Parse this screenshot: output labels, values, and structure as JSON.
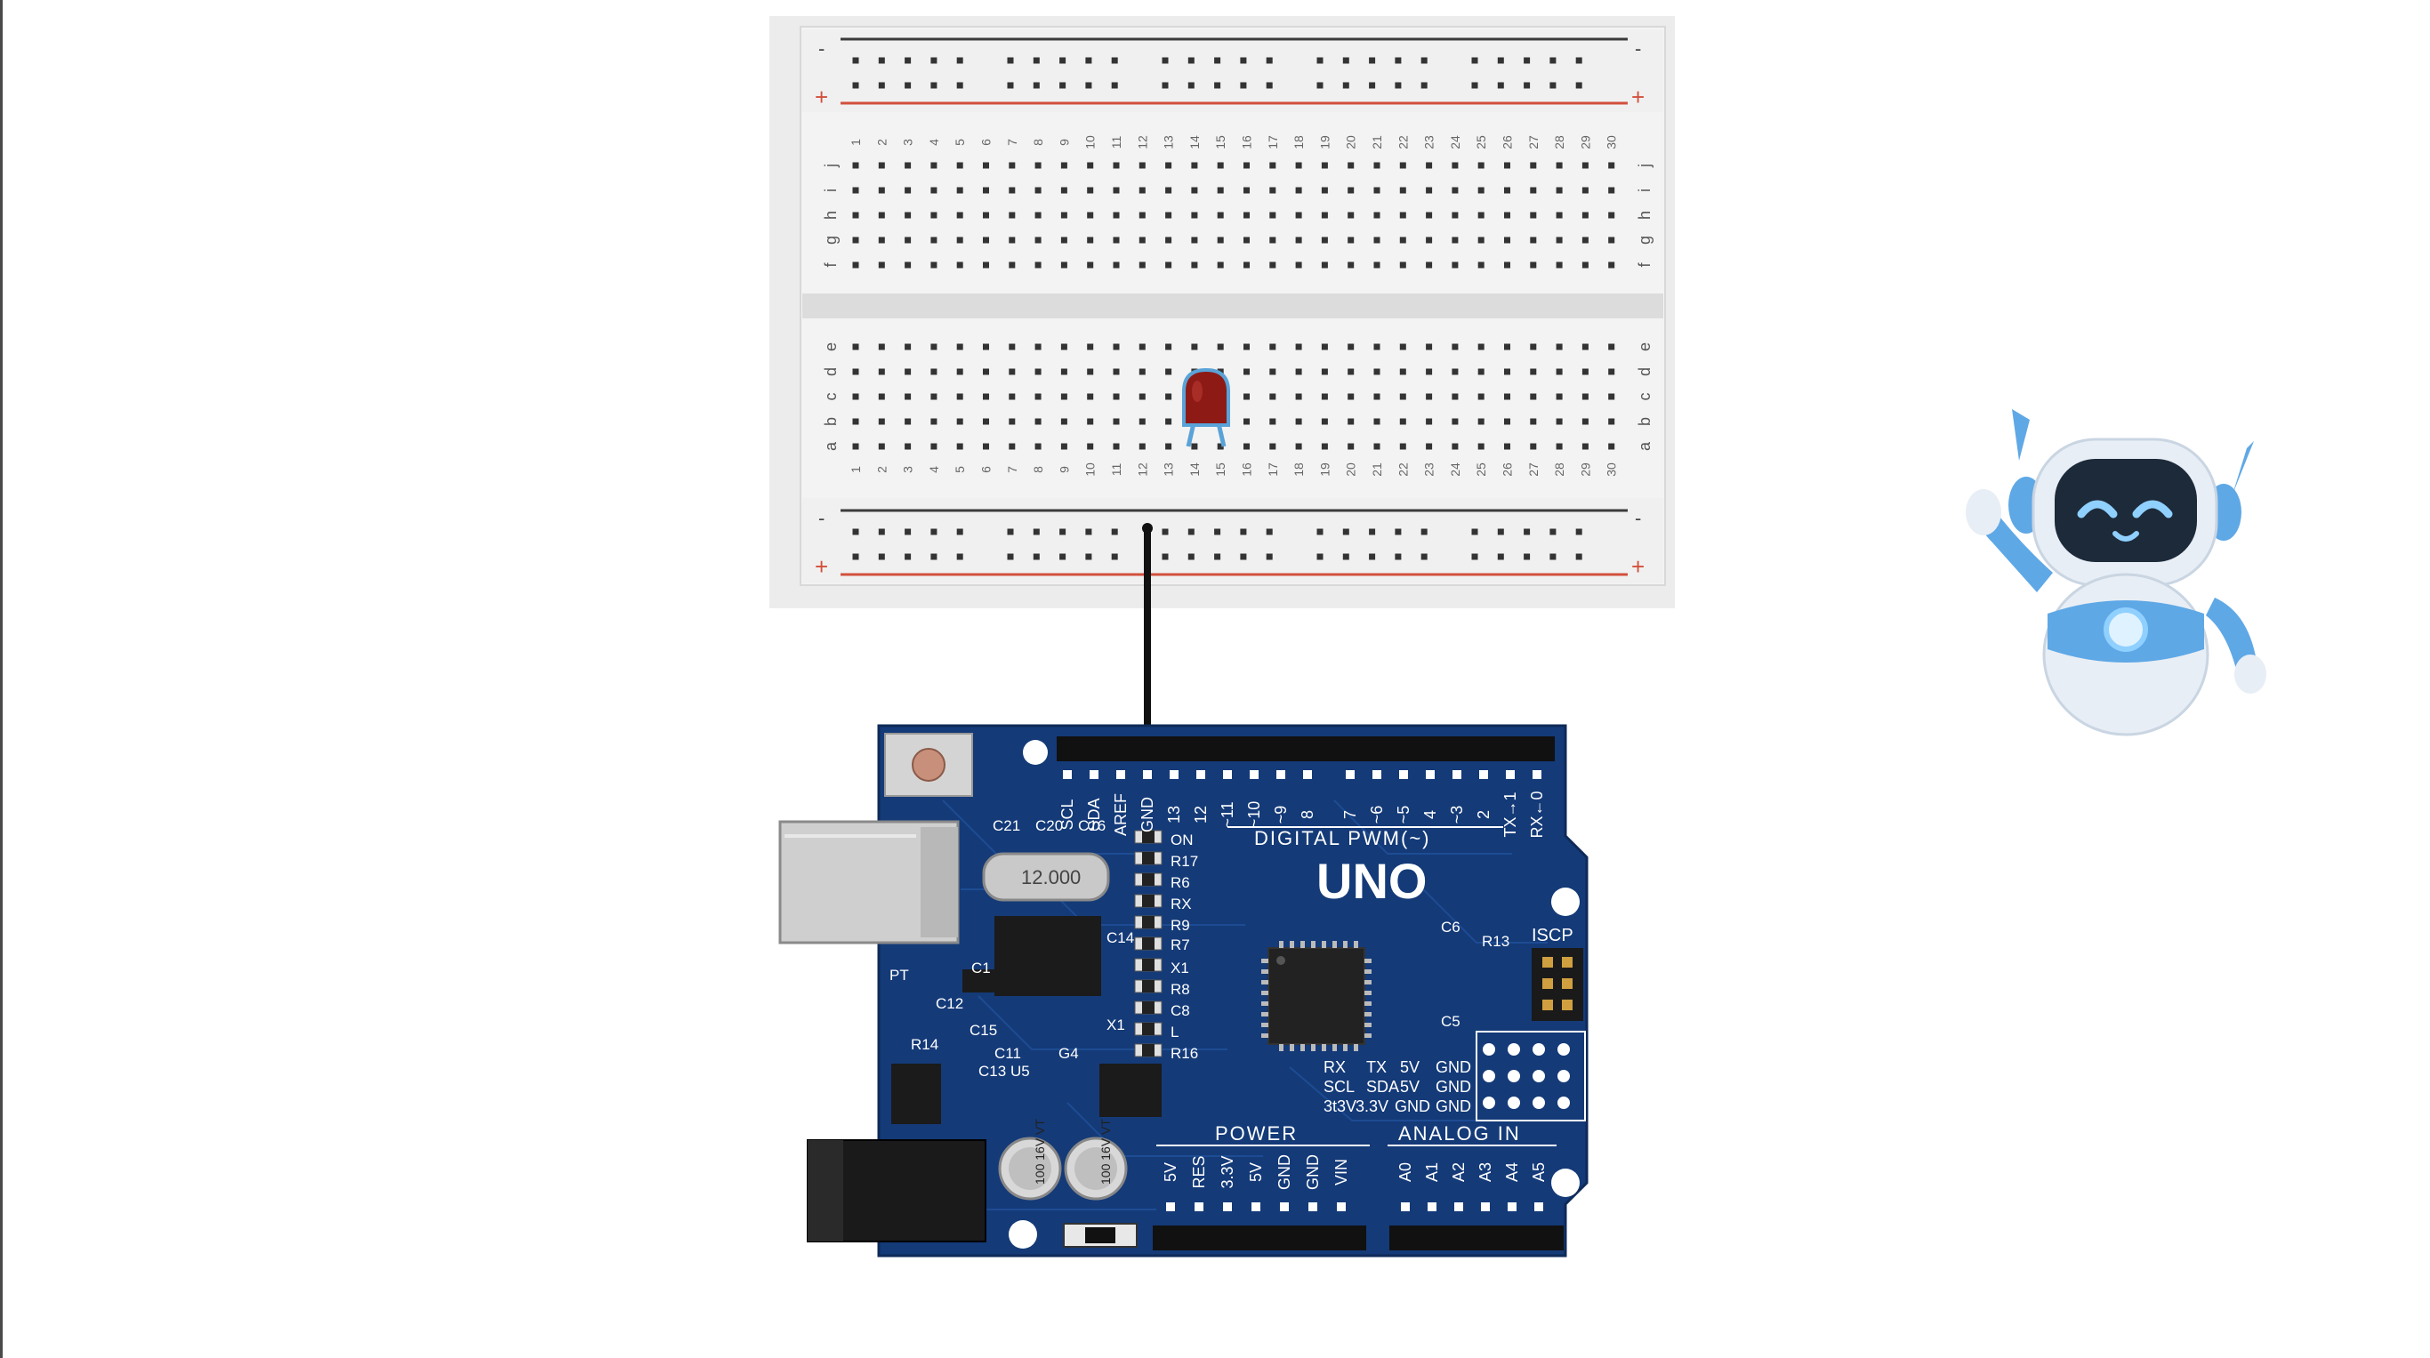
{
  "breadboard": {
    "rail_minus": "-",
    "rail_plus": "+",
    "row_letters_top": [
      "j",
      "i",
      "h",
      "g",
      "f"
    ],
    "row_letters_bottom": [
      "e",
      "d",
      "c",
      "b",
      "a"
    ],
    "column_count": 30,
    "rail_negative_color": "#3b3b3b",
    "rail_positive_color": "#d2503c"
  },
  "led": {
    "color": "#8e1a16",
    "leg_color": "#5aa3d8"
  },
  "wire": {
    "color": "#111111"
  },
  "arduino": {
    "board_name": "UNO",
    "digital_label": "DIGITAL PWM(~)",
    "digital_pins": [
      "SCL",
      "SDA",
      "AREF",
      "GND",
      "13",
      "12",
      "~11",
      "~10",
      "~9",
      "8",
      "7",
      "~6",
      "~5",
      "4",
      "~3",
      "2",
      "TX→1",
      "RX←0"
    ],
    "power_label": "POWER",
    "power_pins": [
      "5V",
      "RES",
      "3.3V",
      "5V",
      "GND",
      "GND",
      "VIN"
    ],
    "analog_label": "ANALOG IN",
    "analog_pins": [
      "A0",
      "A1",
      "A2",
      "A3",
      "A4",
      "A5"
    ],
    "crystal_label": "12.000",
    "icsp_label": "ISCP",
    "cap_label": "100 16V VT",
    "component_labels": [
      "C21",
      "C20",
      "C16",
      "ON",
      "R17",
      "R6",
      "RX",
      "R9",
      "R7",
      "X1",
      "R8",
      "C8",
      "L",
      "R16",
      "C14",
      "C1",
      "C12",
      "R14",
      "C15",
      "X1",
      "C11",
      "G4",
      "C13",
      "U5",
      "C6",
      "R13",
      "C5",
      "PT"
    ],
    "header_block": {
      "row1": [
        "RX",
        "TX",
        "5V",
        "GND"
      ],
      "row2": [
        "SCL",
        "SDA",
        "5V",
        "GND"
      ],
      "row3": [
        "3t3V",
        "3.3V",
        "GND",
        "GND"
      ]
    },
    "board_color": "#143a78"
  },
  "mascot": {
    "name": "robot-mascot",
    "body_color": "#e8eef5",
    "accent_color": "#5fa8e6",
    "visor_color": "#1d2a3a"
  }
}
